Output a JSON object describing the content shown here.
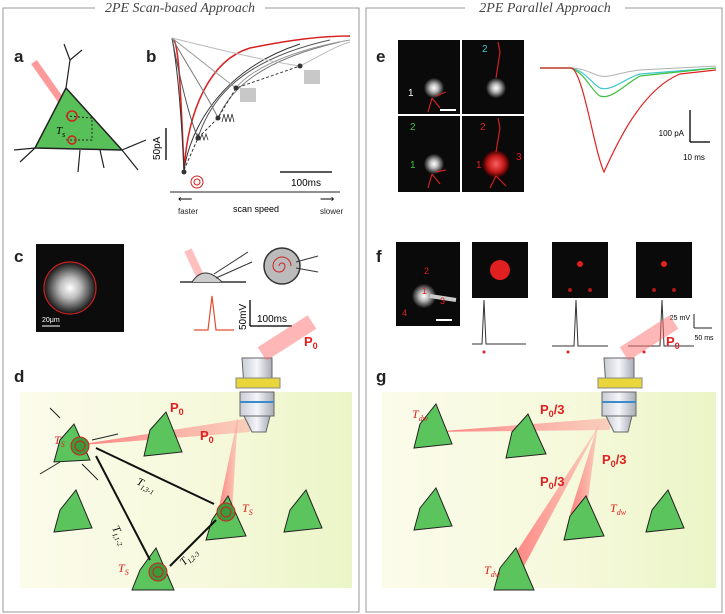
{
  "titles": {
    "left": "2PE Scan-based Approach",
    "right": "2PE Parallel Approach"
  },
  "panels": {
    "a": "a",
    "b": "b",
    "c": "c",
    "d": "d",
    "e": "e",
    "f": "f",
    "g": "g"
  },
  "panel_a": {
    "label_ts": "T",
    "label_ts_sub": "s"
  },
  "panel_b": {
    "scale_y": "50pA",
    "scale_x": "100ms",
    "axis_caption": "scan speed",
    "faster": "faster",
    "slower": "slower",
    "arrow_left": "⟵",
    "arrow_right": "⟶"
  },
  "panel_c": {
    "scalebar": "20μm",
    "scale_y": "50mV",
    "scale_x": "100ms"
  },
  "panel_d": {
    "p0": "P",
    "p0_sub": "0",
    "ts": "T",
    "ts_sub": "S",
    "t13": "T",
    "t13_sub": "I,3-1",
    "t12": "T",
    "t12_sub": "I,1-2",
    "t23": "T",
    "t23_sub": "I,2-3"
  },
  "panel_e": {
    "numbers": [
      "1",
      "2",
      "2",
      "1",
      "2",
      "1",
      "3"
    ],
    "scale_y": "100 pA",
    "scale_x": "10 ms"
  },
  "panel_f": {
    "numbers": [
      "2",
      "1",
      "3",
      "4"
    ],
    "scale_y": "25 mV",
    "scale_x": "50 ms"
  },
  "panel_g": {
    "p0": "P",
    "p0_sub": "0",
    "p03": "P",
    "p03_sub": "0",
    "p03_suffix": "/3",
    "tdw": "T",
    "tdw_sub": "dw"
  },
  "colors": {
    "green_cell": "#5cc45c",
    "laser_red": "#e83030",
    "trace_cyan": "#40c8d0",
    "trace_green": "#40c040",
    "trace_gray": "#b0b0b0"
  }
}
